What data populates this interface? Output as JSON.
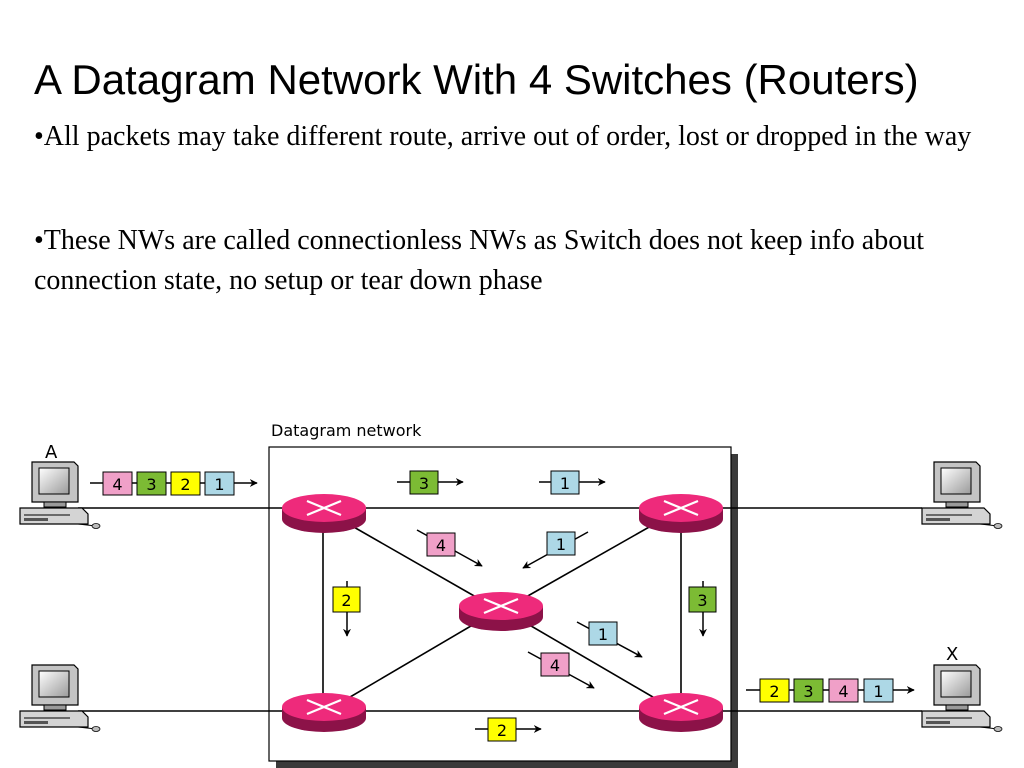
{
  "slide": {
    "title": "A Datagram Network With 4 Switches (Routers)",
    "bullets": [
      "•All packets may take different route, arrive out of order, lost or dropped in the way",
      "•These NWs are called connectionless NWs as Switch does not keep info about connection state, no setup or tear down phase"
    ]
  },
  "diagram": {
    "network_label": "Datagram network",
    "host_a_label": "A",
    "host_x_label": "X",
    "colors": {
      "packet_1": "#add8e6",
      "packet_2": "#ffff00",
      "packet_3": "#7cbb34",
      "packet_4": "#f0a0c8",
      "switch_top": "#ee2a7b",
      "switch_side": "#8c1248"
    },
    "packets": {
      "sender_queue": [
        "4",
        "3",
        "2",
        "1"
      ],
      "top_3": "3",
      "top_1": "1",
      "diag_4": "4",
      "diag_1_upper": "1",
      "left_2": "2",
      "right_3": "3",
      "diag_1_lower": "1",
      "diag_4_lower": "4",
      "bottom_2": "2",
      "receiver_queue": [
        "2",
        "3",
        "4",
        "1"
      ]
    }
  }
}
